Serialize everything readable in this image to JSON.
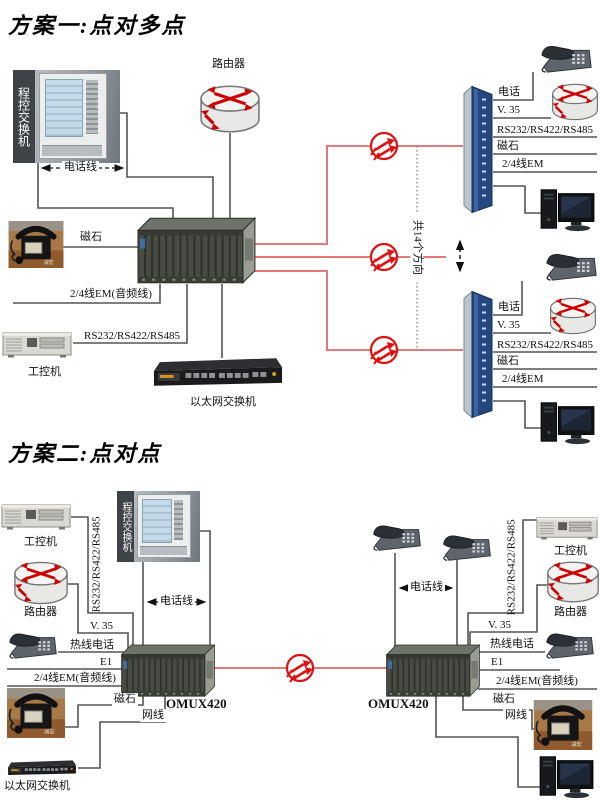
{
  "s1": {
    "title": "方案一:点对多点",
    "pbx": "程控交换机",
    "router": "路由器",
    "phone_line": "电话线",
    "magneto": "磁石",
    "em_audio": "2/4线EM(音频线)",
    "rs": "RS232/RS422/RS485",
    "ipc": "工控机",
    "eth": "以太网交换机",
    "directions": "共14个方向",
    "rt": {
      "phone": "电话",
      "v35": "V. 35",
      "rs": "RS232/RS422/RS485",
      "magneto": "磁石",
      "em": "2/4线EM"
    },
    "rb": {
      "phone": "电话",
      "v35": "V. 35",
      "rs": "RS232/RS422/RS485",
      "magneto": "磁石",
      "em": "2/4线EM"
    }
  },
  "s2": {
    "title": "方案二:点对点",
    "l": {
      "ipc": "工控机",
      "rsv": "RS232/RS422/RS485",
      "pbx": "程控交换机",
      "router": "路由器",
      "phone_line": "电话线",
      "v35": "V. 35",
      "hotline": "热线电话",
      "e1": "E1",
      "em_audio": "2/4线EM(音频线)",
      "magneto": "磁石",
      "cable": "网线",
      "mux": "OMUX420",
      "eth": "以太网交换机"
    },
    "r": {
      "phone_line": "电话线",
      "rsv": "RS232/RS422/RS485",
      "ipc": "工控机",
      "router": "路由器",
      "v35": "V. 35",
      "hotline": "热线电话",
      "e1": "E1",
      "em_audio": "2/4线EM(音频线)",
      "magneto": "磁石",
      "cable": "网线",
      "mux": "OMUX420"
    }
  },
  "colors": {
    "link_red": "#e07a7a",
    "radio_red": "#dd1111",
    "wire_gray": "#555555"
  }
}
